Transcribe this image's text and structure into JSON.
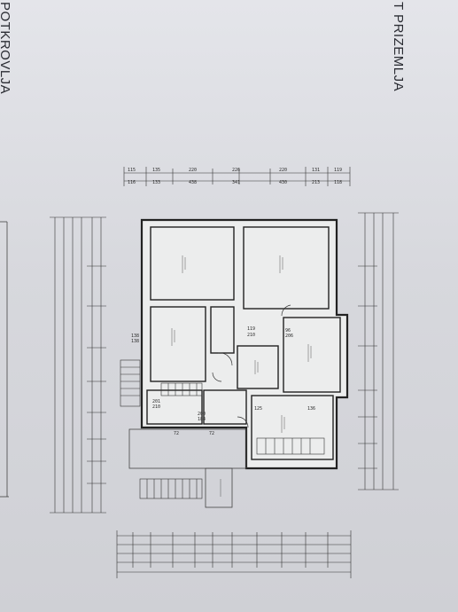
{
  "titles": {
    "ground_floor": "T PRIZEMLJA",
    "attic": "POTKROVLJA"
  },
  "dimensions": {
    "top_row_1": [
      "115",
      "135",
      "220",
      "226",
      "220",
      "131",
      "119"
    ],
    "top_row_2": [
      "116",
      "133",
      "438",
      "341",
      "430",
      "213",
      "118"
    ],
    "mid_labels": [
      "138",
      "138",
      "119",
      "210",
      "96",
      "206",
      "201",
      "210",
      "200",
      "184",
      "72",
      "72",
      "125",
      "136"
    ]
  }
}
